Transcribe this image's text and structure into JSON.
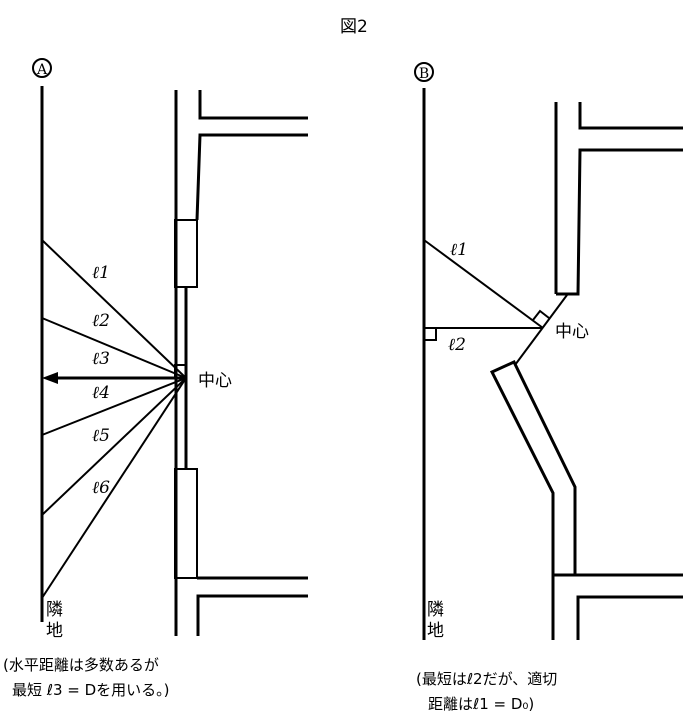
{
  "title": "図2",
  "panel_a": {
    "marker": "A",
    "center_label": "中心",
    "neighbor_label_1": "隣",
    "neighbor_label_2": "地",
    "distance_labels": [
      "ℓ1",
      "ℓ2",
      "ℓ3",
      "ℓ4",
      "ℓ5",
      "ℓ6"
    ],
    "caption_line_1": "(水平距離は多数あるが",
    "caption_line_2": "最短 ℓ3 = Dを用いる。)"
  },
  "panel_b": {
    "marker": "B",
    "center_label": "中心",
    "neighbor_label_1": "隣",
    "neighbor_label_2": "地",
    "distance_labels": [
      "ℓ1",
      "ℓ2"
    ],
    "caption_line_1": "(最短はℓ2だが、適切",
    "caption_line_2": "距離はℓ1 = D₀)"
  }
}
